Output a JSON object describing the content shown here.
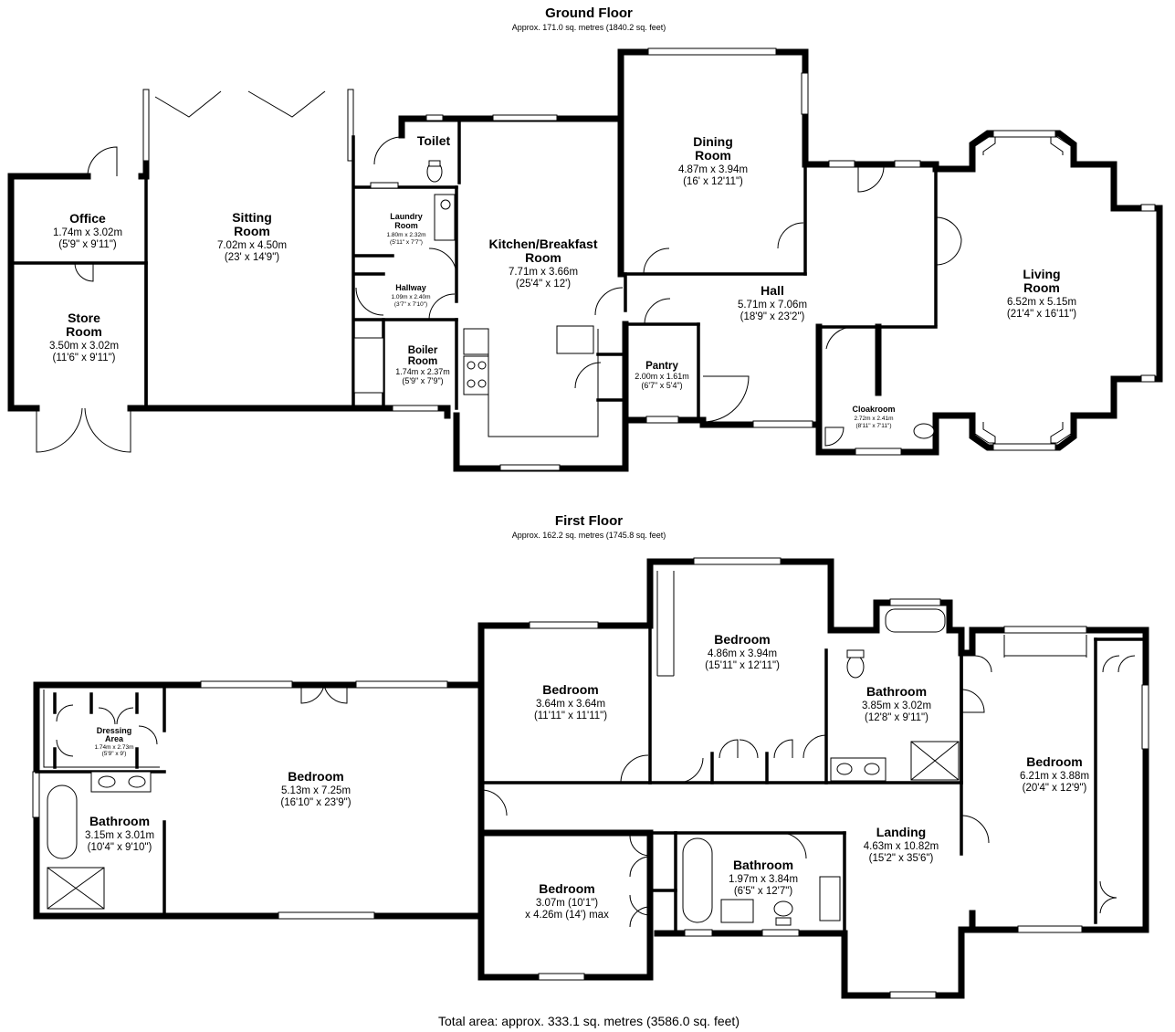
{
  "ground_floor": {
    "title": "Ground Floor",
    "area": "Approx. 171.0 sq. metres (1840.2 sq. feet)",
    "rooms": [
      {
        "name": "Office",
        "dims": "1.74m x 3.02m",
        "imperial": "(5'9\" x 9'11\")"
      },
      {
        "name_line1": "Sitting",
        "name_line2": "Room",
        "dims": "7.02m x 4.50m",
        "imperial": "(23' x 14'9\")"
      },
      {
        "name": "Toilet"
      },
      {
        "name_line1": "Laundry",
        "name_line2": "Room",
        "dims": "1.80m x 2.32m",
        "imperial": "(5'11\" x 7'7\")"
      },
      {
        "name": "Hallway",
        "dims": "1.09m x 2.40m",
        "imperial": "(3'7\" x 7'10\")"
      },
      {
        "name_line1": "Store",
        "name_line2": "Room",
        "dims": "3.50m x 3.02m",
        "imperial": "(11'6\" x 9'11\")"
      },
      {
        "name_line1": "Boiler",
        "name_line2": "Room",
        "dims": "1.74m x 2.37m",
        "imperial": "(5'9\" x 7'9\")"
      },
      {
        "name_line1": "Kitchen/Breakfast",
        "name_line2": "Room",
        "dims": "7.71m x 3.66m",
        "imperial": "(25'4\" x 12')"
      },
      {
        "name_line1": "Dining",
        "name_line2": "Room",
        "dims": "4.87m x 3.94m",
        "imperial": "(16' x 12'11\")"
      },
      {
        "name": "Hall",
        "dims": "5.71m x 7.06m",
        "imperial": "(18'9\" x 23'2\")"
      },
      {
        "name": "Pantry",
        "dims": "2.00m x 1.61m",
        "imperial": "(6'7\" x 5'4\")"
      },
      {
        "name": "Cloakroom",
        "dims": "2.72m x 2.41m",
        "imperial": "(8'11\" x 7'11\")"
      },
      {
        "name_line1": "Living",
        "name_line2": "Room",
        "dims": "6.52m x 5.15m",
        "imperial": "(21'4\" x 16'11\")"
      }
    ]
  },
  "first_floor": {
    "title": "First Floor",
    "area": "Approx. 162.2 sq. metres (1745.8 sq. feet)",
    "rooms": [
      {
        "name_line1": "Dressing",
        "name_line2": "Area",
        "dims": "1.74m x 2.73m",
        "imperial": "(5'9\" x 9')"
      },
      {
        "name": "Bathroom",
        "dims": "3.15m x 3.01m",
        "imperial": "(10'4\" x 9'10\")"
      },
      {
        "name": "Bedroom",
        "dims": "5.13m x 7.25m",
        "imperial": "(16'10\" x 23'9\")"
      },
      {
        "name": "Bedroom",
        "dims": "3.64m x 3.64m",
        "imperial": "(11'11\" x 11'11\")"
      },
      {
        "name": "Bedroom",
        "dims": "4.86m x 3.94m",
        "imperial": "(15'11\" x 12'11\")"
      },
      {
        "name": "Bathroom",
        "dims": "3.85m x 3.02m",
        "imperial": "(12'8\" x 9'11\")"
      },
      {
        "name": "Bedroom",
        "dims": "6.21m x 3.88m",
        "imperial": "(20'4\" x 12'9\")"
      },
      {
        "name": "Landing",
        "dims": "4.63m x 10.82m",
        "imperial": "(15'2\" x 35'6\")"
      },
      {
        "name": "Bathroom",
        "dims": "1.97m x 3.84m",
        "imperial": "(6'5\" x 12'7\")"
      },
      {
        "name": "Bedroom",
        "dims": "3.07m (10'1\")",
        "imperial": "x 4.26m (14') max"
      }
    ]
  },
  "total_area": "Total area: approx. 333.1 sq. metres (3586.0 sq. feet)"
}
